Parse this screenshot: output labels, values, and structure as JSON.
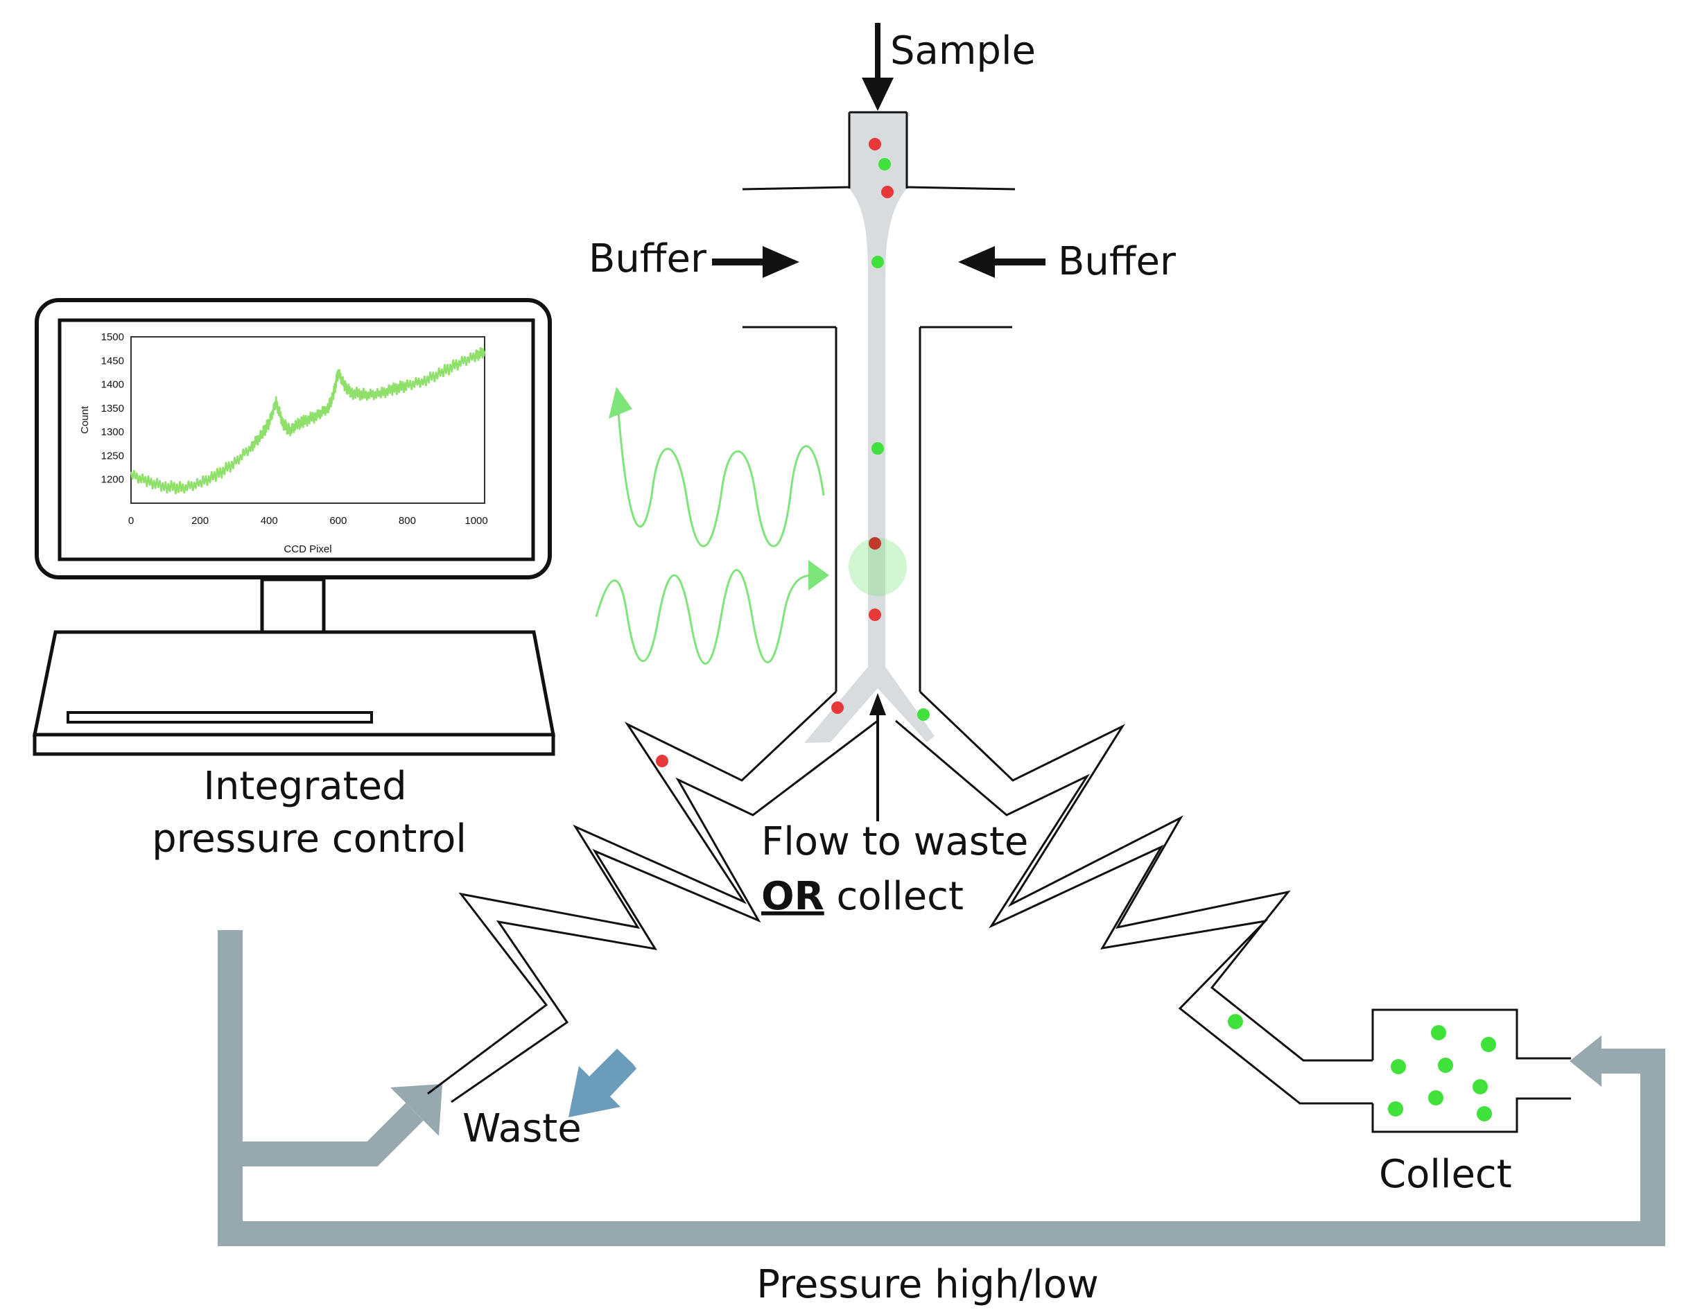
{
  "labels": {
    "sample": "Sample",
    "buffer_left": "Buffer",
    "buffer_right": "Buffer",
    "control_line1": "Integrated",
    "control_line2": "pressure control",
    "flow_line1": "Flow to waste",
    "flow_or": "OR",
    "flow_collect": " collect",
    "waste": "Waste",
    "collect": "Collect",
    "pressure": "Pressure high/low"
  },
  "colors": {
    "red_particle": "#e8393a",
    "green_particle": "#3fe23a",
    "channel_fill": "#d8dcdf",
    "pressure_line": "#97a9ae",
    "waste_arrow": "#6b9cba",
    "spectrum": "#8ee06a",
    "laser": "#7ee57a"
  },
  "chart_data": {
    "type": "line",
    "xlabel": "CCD Pixel",
    "ylabel": "Count",
    "xlim": [
      0,
      1024
    ],
    "ylim": [
      1150,
      1500
    ],
    "x_ticks": [
      "0",
      "200",
      "400",
      "600",
      "800",
      "1000"
    ],
    "y_ticks": [
      "1200",
      "1250",
      "1300",
      "1350",
      "1400",
      "1450",
      "1500"
    ],
    "series": [
      {
        "x": [
          0,
          50,
          100,
          150,
          200,
          250,
          300,
          350,
          380,
          400,
          420,
          440,
          460,
          480,
          500,
          540,
          570,
          585,
          600,
          620,
          640,
          680,
          720,
          760,
          800,
          850,
          900,
          950,
          1000,
          1024
        ],
        "values": [
          1210,
          1195,
          1185,
          1182,
          1192,
          1210,
          1235,
          1270,
          1295,
          1320,
          1362,
          1318,
          1302,
          1315,
          1322,
          1335,
          1350,
          1375,
          1425,
          1395,
          1382,
          1378,
          1380,
          1390,
          1398,
          1408,
          1425,
          1445,
          1460,
          1470
        ]
      }
    ]
  }
}
